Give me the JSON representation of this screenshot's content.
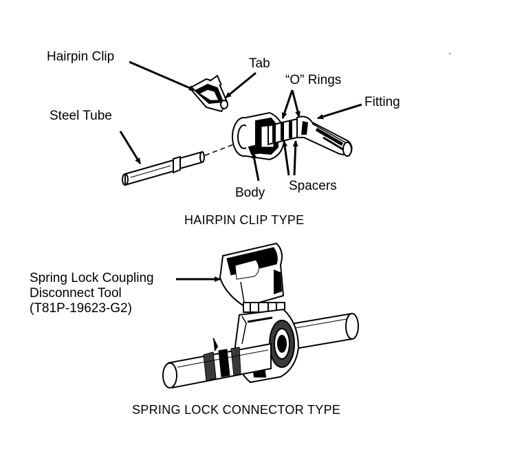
{
  "figure_top": {
    "caption": "HAIRPIN CLIP TYPE",
    "labels": {
      "hairpin_clip": "Hairpin Clip",
      "tab": "Tab",
      "o_rings": "“O” Rings",
      "fitting": "Fitting",
      "steel_tube": "Steel Tube",
      "body": "Body",
      "spacers": "Spacers"
    }
  },
  "figure_bottom": {
    "caption": "SPRING LOCK CONNECTOR TYPE",
    "tool_label": {
      "line1": "Spring Lock Coupling",
      "line2": "Disconnect Tool",
      "line3": "(T81P-19623-G2)"
    }
  },
  "colors": {
    "ink": "#000000",
    "paper": "#ffffff",
    "shade": "#3a3a3a"
  }
}
